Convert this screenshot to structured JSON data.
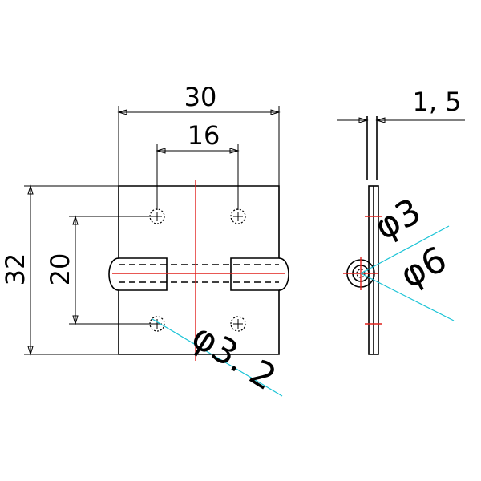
{
  "dimensions": {
    "width_30": "30",
    "width_16": "16",
    "height_32": "32",
    "height_20": "20",
    "thickness_1_5": "1, 5",
    "dia_3_2": "φ3. 2",
    "dia_3": "φ3",
    "dia_6": "φ6"
  },
  "colors": {
    "outline": "#000000",
    "centerline": "#e0201c",
    "leader": "#19c3d6"
  }
}
